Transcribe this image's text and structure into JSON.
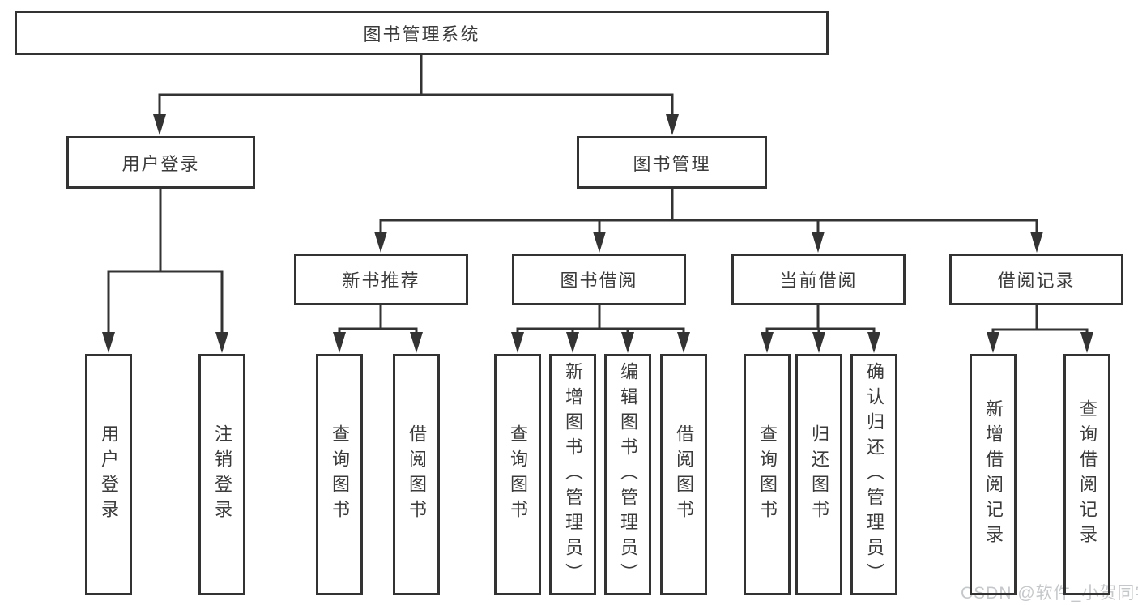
{
  "colors": {
    "line": "#333333",
    "box_border": "#333333",
    "box_background": "#ffffff",
    "text": "#3b3b3b",
    "watermark": "#c5c8cb"
  },
  "watermark": "CSDN @软件_小贺同学",
  "diagram": {
    "type": "tree",
    "root": {
      "label": "图书管理系统"
    },
    "branches": [
      {
        "label": "用户登录",
        "children": [
          {
            "label": "用户登录"
          },
          {
            "label": "注销登录"
          }
        ]
      },
      {
        "label": "图书管理",
        "children": [
          {
            "label": "新书推荐",
            "children": [
              {
                "label": "查询图书"
              },
              {
                "label": "借阅图书"
              }
            ]
          },
          {
            "label": "图书借阅",
            "children": [
              {
                "label": "查询图书"
              },
              {
                "label": "新增图书（管理员）"
              },
              {
                "label": "编辑图书（管理员）"
              },
              {
                "label": "借阅图书"
              }
            ]
          },
          {
            "label": "当前借阅",
            "children": [
              {
                "label": "查询图书"
              },
              {
                "label": "归还图书"
              },
              {
                "label": "确认归还（管理员）"
              }
            ]
          },
          {
            "label": "借阅记录",
            "children": [
              {
                "label": "新增借阅记录"
              },
              {
                "label": "查询借阅记录"
              }
            ]
          }
        ]
      }
    ]
  }
}
